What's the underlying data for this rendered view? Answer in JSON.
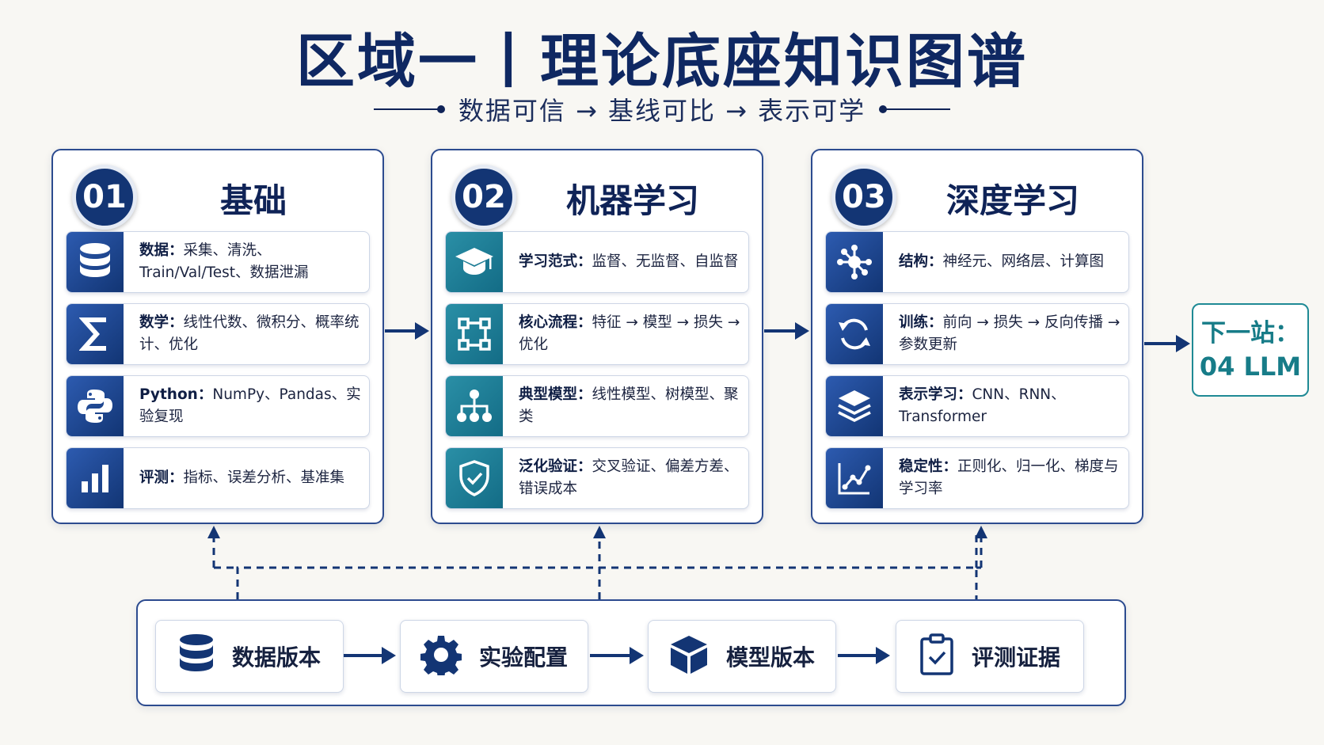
{
  "title": "区域一丨理论底座知识图谱",
  "subtitle": "数据可信 → 基线可比 → 表示可学",
  "colors": {
    "navy": "#133574",
    "teal": "#1f8a95",
    "background": "#f8f7f3"
  },
  "panels": [
    {
      "num": "01",
      "title": "基础",
      "cards": [
        {
          "icon": "database-icon",
          "label": "数据：",
          "text": "采集、清洗、Train/Val/Test、数据泄漏"
        },
        {
          "icon": "sigma-icon",
          "label": "数学：",
          "text": "线性代数、微积分、概率统计、优化"
        },
        {
          "icon": "python-icon",
          "label": "Python：",
          "text": "NumPy、Pandas、实验复现"
        },
        {
          "icon": "bar-chart-icon",
          "label": "评测：",
          "text": "指标、误差分析、基准集"
        }
      ]
    },
    {
      "num": "02",
      "title": "机器学习",
      "cards": [
        {
          "icon": "graduation-cap-icon",
          "label": "学习范式：",
          "text": "监督、无监督、自监督"
        },
        {
          "icon": "workflow-icon",
          "label": "核心流程：",
          "text": "特征 → 模型 → 损失 → 优化"
        },
        {
          "icon": "hierarchy-icon",
          "label": "典型模型：",
          "text": "线性模型、树模型、聚类"
        },
        {
          "icon": "shield-check-icon",
          "label": "泛化验证：",
          "text": "交叉验证、偏差方差、错误成本"
        }
      ]
    },
    {
      "num": "03",
      "title": "深度学习",
      "cards": [
        {
          "icon": "network-icon",
          "label": "结构：",
          "text": "神经元、网络层、计算图"
        },
        {
          "icon": "refresh-icon",
          "label": "训练：",
          "text": "前向 → 损失 → 反向传播 → 参数更新"
        },
        {
          "icon": "layers-icon",
          "label": "表示学习：",
          "text": "CNN、RNN、Transformer"
        },
        {
          "icon": "line-graph-icon",
          "label": "稳定性：",
          "text": "正则化、归一化、梯度与学习率"
        }
      ]
    }
  ],
  "next_station": {
    "line1": "下一站：",
    "line2": "04 LLM"
  },
  "bottom_steps": [
    {
      "icon": "database-icon",
      "label": "数据版本"
    },
    {
      "icon": "gear-icon",
      "label": "实验配置"
    },
    {
      "icon": "cube-icon",
      "label": "模型版本"
    },
    {
      "icon": "clipboard-check-icon",
      "label": "评测证据"
    }
  ]
}
